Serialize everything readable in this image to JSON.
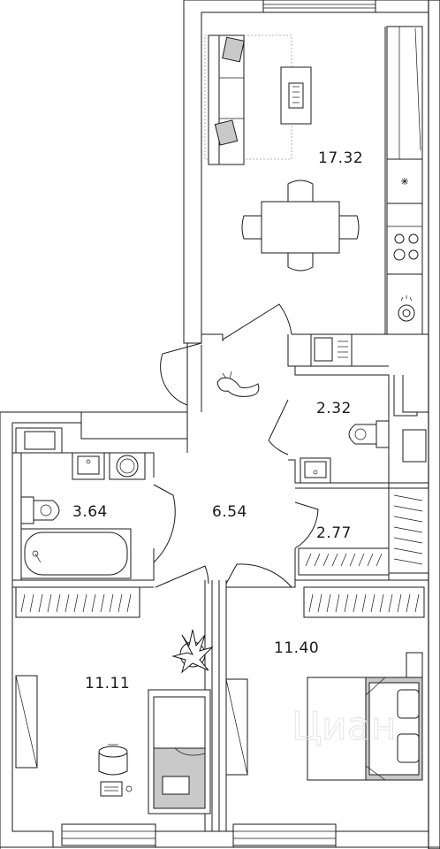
{
  "rooms": [
    {
      "id": "living-kitchen",
      "area": "17.32"
    },
    {
      "id": "bathroom-small",
      "area": "2.32"
    },
    {
      "id": "hallway",
      "area": "6.54"
    },
    {
      "id": "bathroom",
      "area": "3.64"
    },
    {
      "id": "storage",
      "area": "2.77"
    },
    {
      "id": "bedroom-left",
      "area": "11.11"
    },
    {
      "id": "bedroom-right",
      "area": "11.40"
    }
  ],
  "watermark": "Циан",
  "colors": {
    "wall": "#1a1a1a",
    "furniture_fill": "#c9c9c9",
    "background": "#ffffff"
  }
}
